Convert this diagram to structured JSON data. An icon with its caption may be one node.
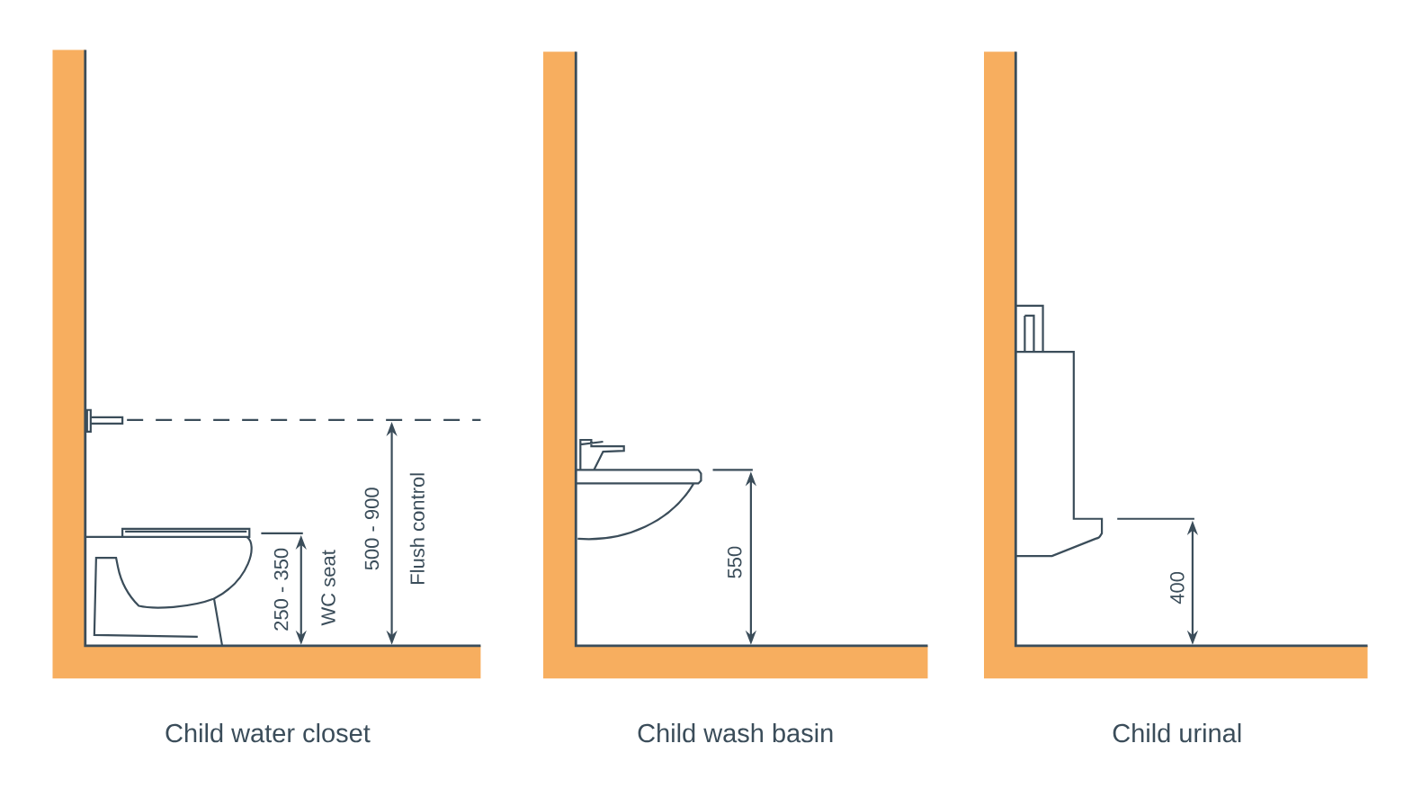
{
  "diagram": {
    "labels": [
      "500 - 900",
      "Flush control",
      "250 - 350",
      "WC seat",
      "Child water closet",
      "550",
      "Child wash basin",
      "400",
      "Child urinal"
    ]
  }
}
